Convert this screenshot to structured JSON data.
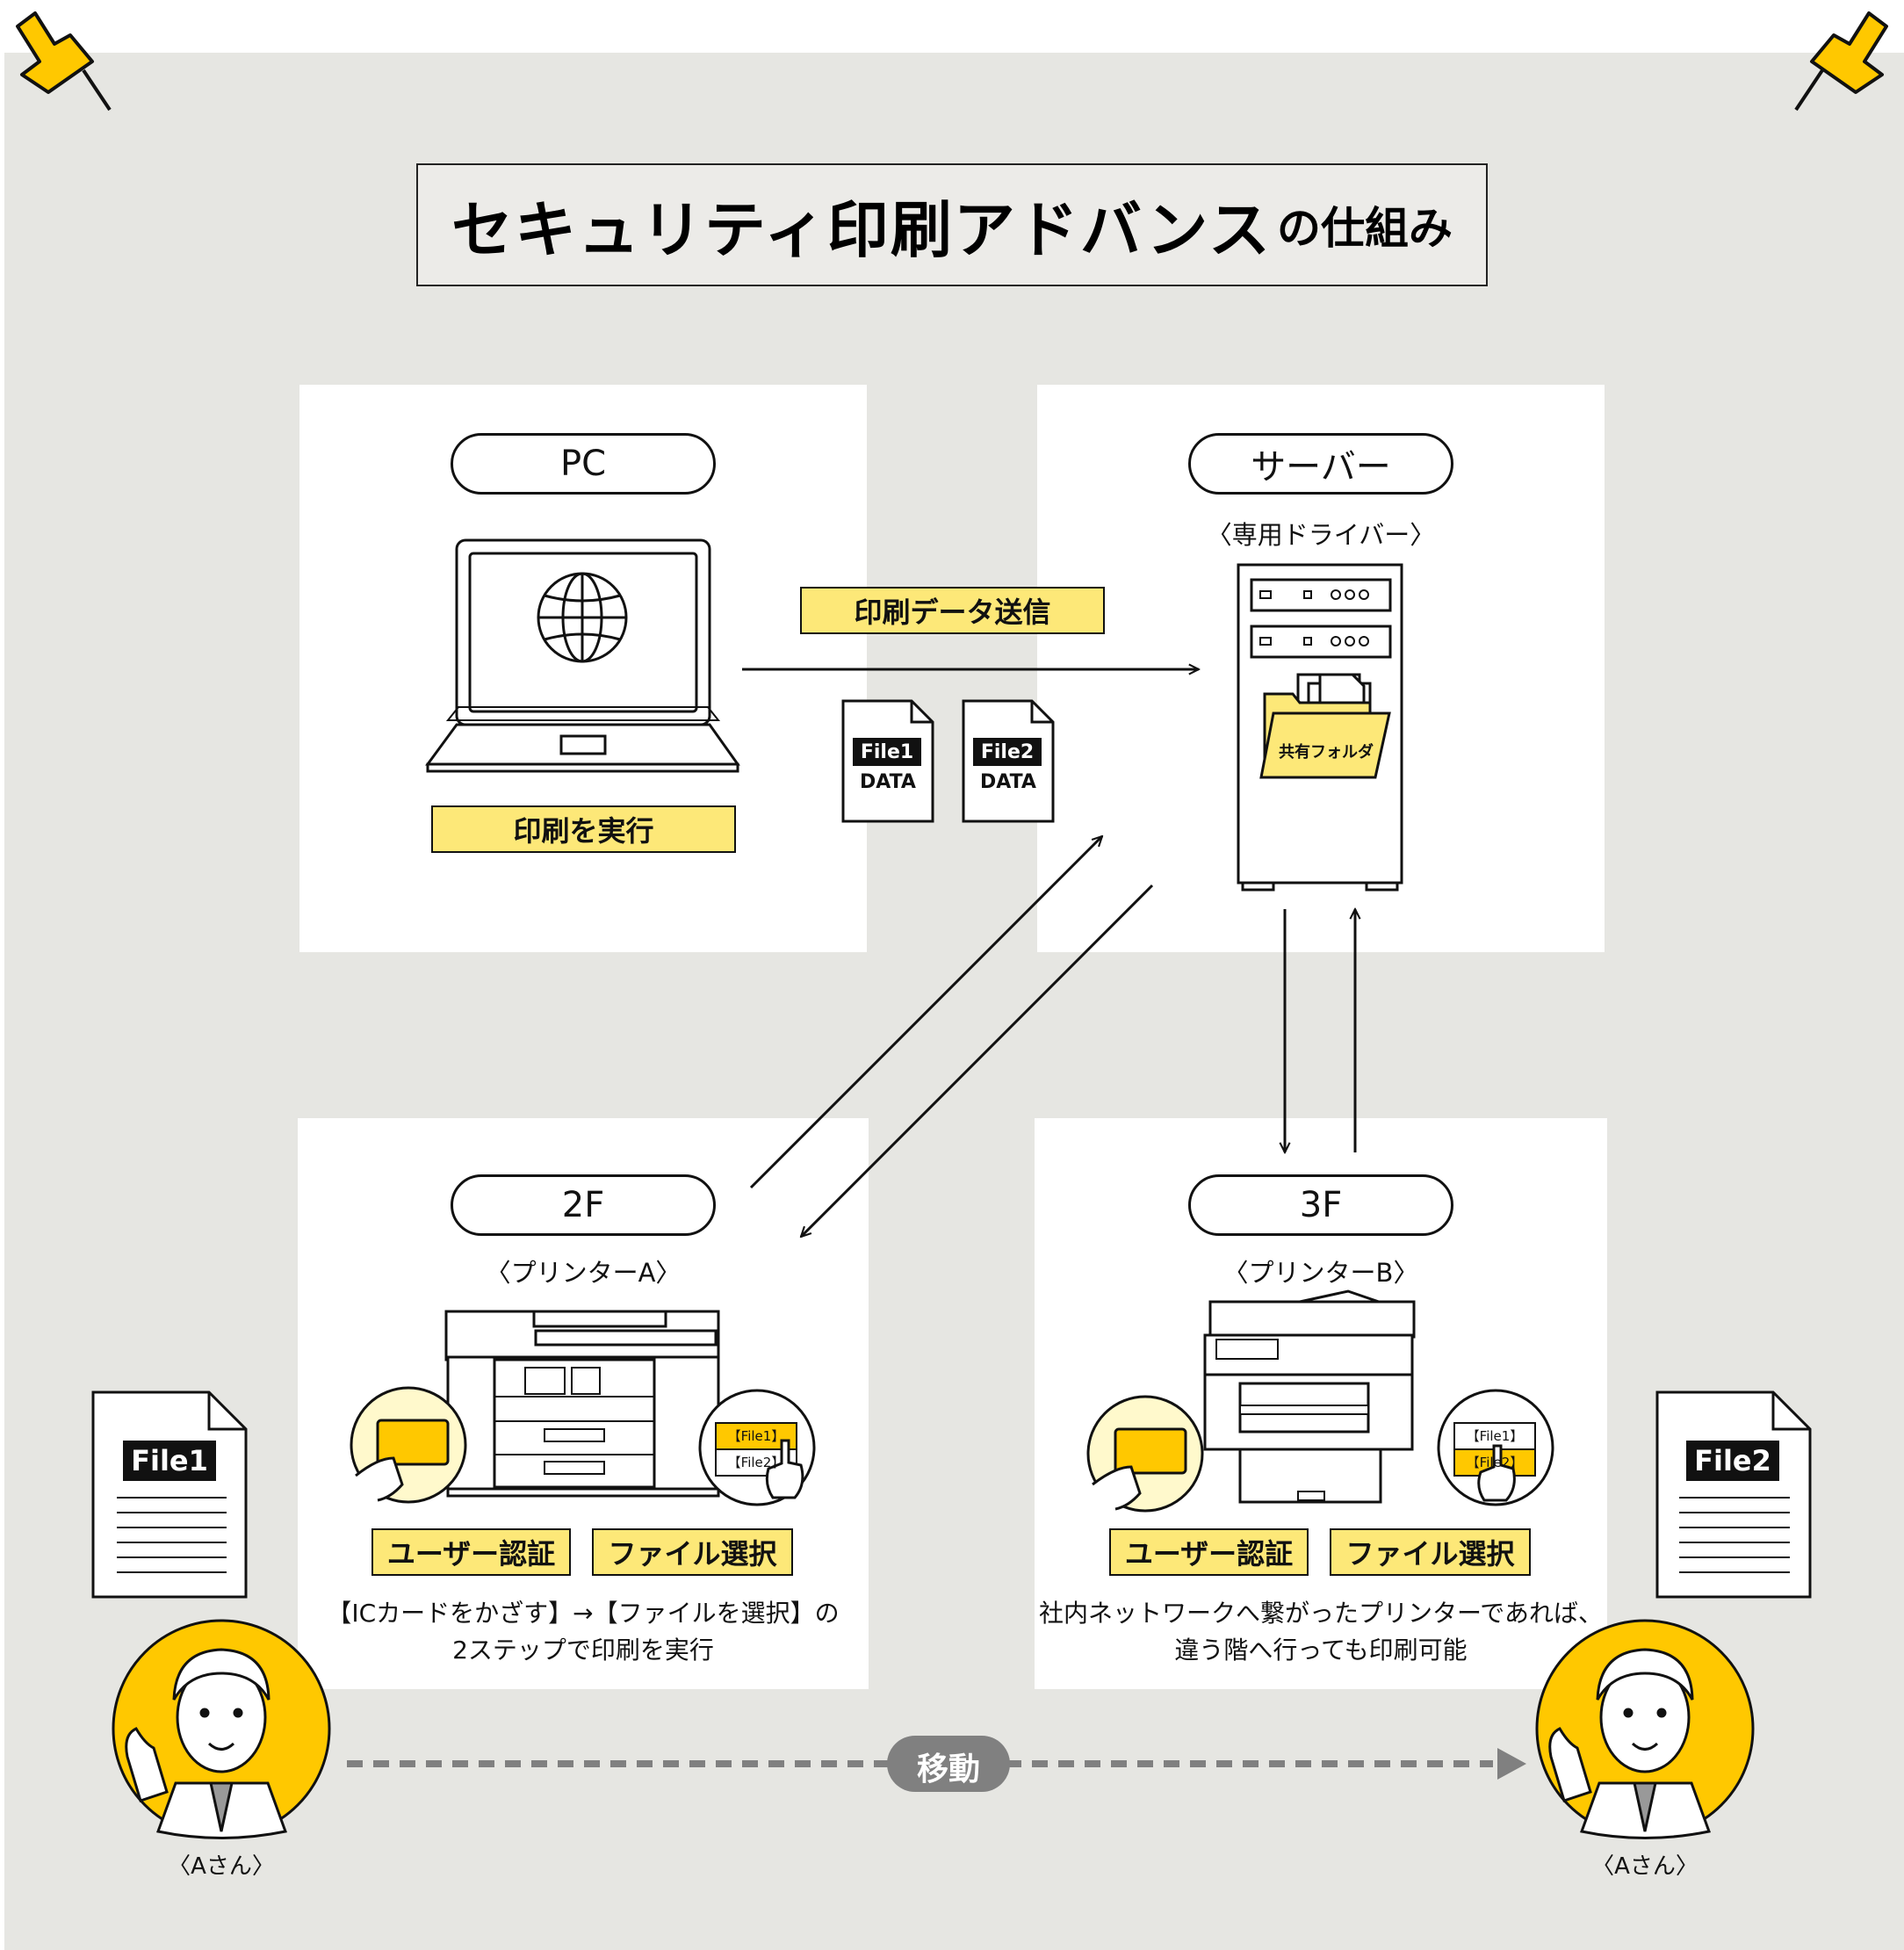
{
  "title": {
    "main": "セキュリティ印刷アドバンス",
    "suffix": "の仕組み"
  },
  "pc": {
    "label": "PC",
    "action": "印刷を実行"
  },
  "server": {
    "label": "サーバー",
    "subtitle": "〈専用ドライバー〉",
    "folder": "共有フォルダ"
  },
  "transfer": {
    "label": "印刷データ送信"
  },
  "files": [
    {
      "name": "File1",
      "data": "DATA"
    },
    {
      "name": "File2",
      "data": "DATA"
    }
  ],
  "floor2": {
    "label": "2F",
    "subtitle": "〈プリンターA〉",
    "auth": "ユーザー認証",
    "select": "ファイル選択",
    "list": [
      "【File1】",
      "【File2】"
    ],
    "desc_line1": "【ICカードをかざす】→【ファイルを選択】の",
    "desc_line2": "2ステップで印刷を実行"
  },
  "floor3": {
    "label": "3F",
    "subtitle": "〈プリンターB〉",
    "auth": "ユーザー認証",
    "select": "ファイル選択",
    "list": [
      "【File1】",
      "【File2】"
    ],
    "desc_line1": "社内ネットワークへ繋がったプリンターであれば、",
    "desc_line2": "違う階へ行っても印刷可能"
  },
  "doc_left": {
    "name": "File1"
  },
  "doc_right": {
    "name": "File2"
  },
  "person_left": {
    "label": "〈Aさん〉"
  },
  "person_right": {
    "label": "〈Aさん〉"
  },
  "move": {
    "label": "移動"
  },
  "colors": {
    "background": "#e6e6e2",
    "yellow": "#ffc800",
    "pale_yellow": "#fde878",
    "move_gray": "#808080"
  }
}
